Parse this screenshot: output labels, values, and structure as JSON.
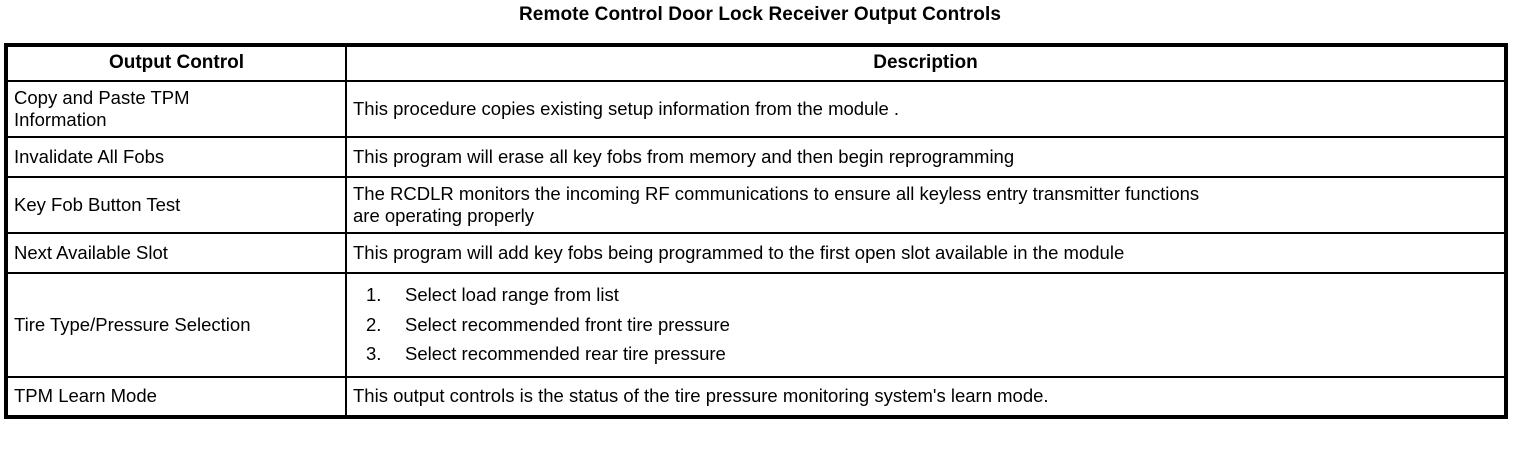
{
  "document": {
    "title": "Remote Control Door Lock Receiver Output Controls"
  },
  "table": {
    "headers": {
      "control": "Output Control",
      "description": "Description"
    },
    "rows": [
      {
        "control": "Copy and Paste TPM Information",
        "control_line1": "Copy and Paste TPM",
        "control_line2": "Information",
        "description": "This procedure copies existing setup information from the module ."
      },
      {
        "control": "Invalidate All Fobs",
        "description": "This program will erase all key fobs from memory and then begin reprogramming"
      },
      {
        "control": "Key Fob Button Test",
        "description": "The RCDLR monitors the incoming RF communications to ensure all keyless entry transmitter functions are operating properly",
        "description_line1": "The RCDLR monitors the incoming RF communications to ensure all keyless entry transmitter functions",
        "description_line2": "are operating properly"
      },
      {
        "control": "Next Available Slot",
        "description": "This program will add key fobs being programmed to the first open slot available in the module"
      },
      {
        "control": "Tire Type/Pressure Selection",
        "steps": [
          "Select load range from list",
          "Select recommended front tire pressure",
          "Select recommended rear tire pressure"
        ]
      },
      {
        "control": "TPM Learn Mode",
        "description": "This output controls is the status of the tire pressure monitoring system's learn mode."
      }
    ]
  },
  "colors": {
    "text": "#000000",
    "background": "#ffffff",
    "border": "#000000"
  }
}
